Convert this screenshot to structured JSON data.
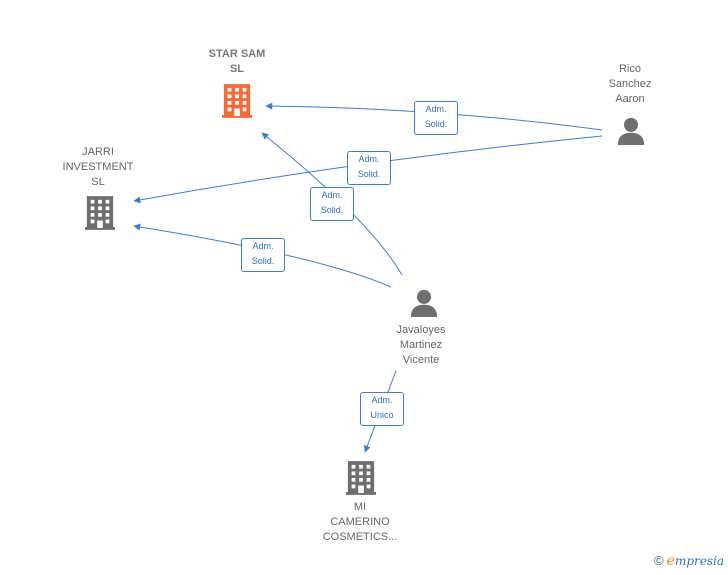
{
  "colors": {
    "edge": "#3b7fd0",
    "company": "#6f6f6f",
    "company_main": "#f26b3a",
    "person": "#6f6f6f"
  },
  "nodes": {
    "star_sam": {
      "label": "STAR SAM\nSL",
      "icon": "building-icon"
    },
    "jarri": {
      "label": "JARRI\nINVESTMENT\nSL",
      "icon": "building-icon"
    },
    "rico": {
      "label": "Rico\nSanchez\nAaron",
      "icon": "person-icon"
    },
    "javaloyes": {
      "label": "Javaloyes\nMartinez\nVicente",
      "icon": "person-icon"
    },
    "mi_camerino": {
      "label": "MI\nCAMERINO\nCOSMETICS...",
      "icon": "building-icon"
    }
  },
  "edges": {
    "rico_star": "Adm.\nSolid.",
    "rico_jarri": "Adm.\nSolid.",
    "jav_star": "Adm.\nSolid.",
    "jav_jarri": "Adm.\nSolid.",
    "jav_mi": "Adm.\nUnico"
  },
  "brand": {
    "copyright": "©",
    "initial": "e",
    "rest": "mpresia"
  }
}
